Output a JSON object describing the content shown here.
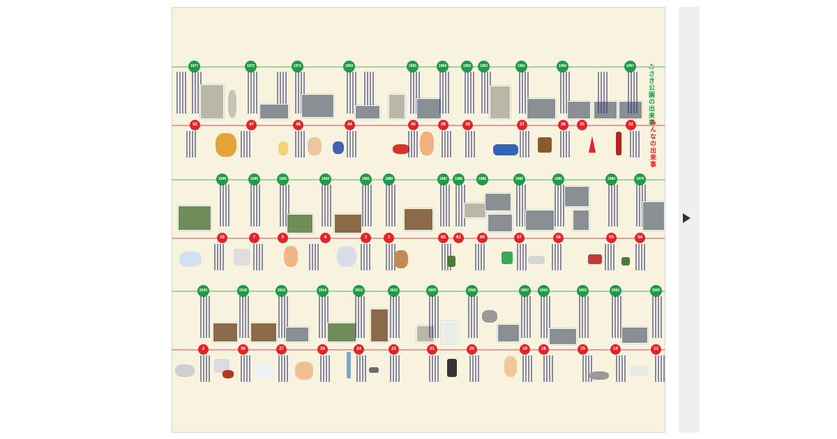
{
  "viewer": {
    "next_icon": "chevron-right-icon"
  },
  "poster": {
    "title_park": "みさき公園の出来事",
    "title_world": "みんなの出来事",
    "rows": [
      {
        "years": [
          "1977",
          "1972",
          "1971",
          "1969",
          "1965",
          "1964",
          "1963",
          "1962",
          "1961",
          "1960",
          "1957"
        ],
        "showa": [
          "52",
          "47",
          "46",
          "44",
          "40",
          "39",
          "38",
          "37",
          "36",
          "35",
          "32"
        ]
      },
      {
        "years": [
          "1998",
          "1995",
          "1993",
          "1992",
          "1991",
          "1989",
          "1987",
          "1986",
          "1985",
          "1982",
          "1981",
          "1980",
          "1979"
        ],
        "showa": [
          "10",
          "7",
          "5",
          "4",
          "3",
          "1",
          "62",
          "61",
          "60",
          "57",
          "56",
          "55",
          "54"
        ]
      },
      {
        "years": [
          "2020",
          "2018",
          "2015",
          "2014",
          "2012",
          "2010",
          "2009",
          "2008",
          "2007",
          "2004",
          "2003",
          "2002",
          "2000"
        ],
        "showa": [
          "2",
          "30",
          "27",
          "26",
          "24",
          "22",
          "21",
          "20",
          "19",
          "16",
          "15",
          "14",
          "12"
        ]
      }
    ]
  }
}
